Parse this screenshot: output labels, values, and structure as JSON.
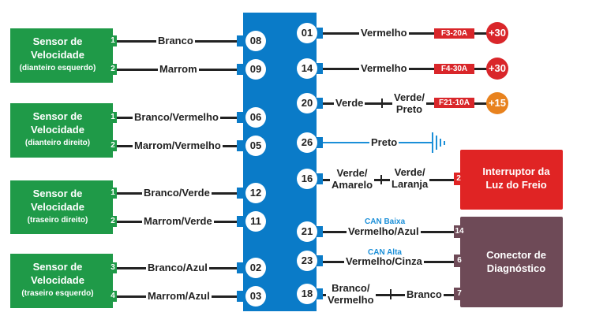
{
  "sensors": [
    {
      "title": "Sensor de Velocidade",
      "sub": "(dianteiro esquerdo)",
      "pins": [
        "1",
        "2"
      ],
      "wires": [
        "Branco",
        "Marrom"
      ],
      "ecu_pins": [
        "08",
        "09"
      ]
    },
    {
      "title": "Sensor de Velocidade",
      "sub": "(dianteiro direito)",
      "pins": [
        "1",
        "2"
      ],
      "wires": [
        "Branco/Vermelho",
        "Marrom/Vermelho"
      ],
      "ecu_pins": [
        "06",
        "05"
      ]
    },
    {
      "title": "Sensor de Velocidade",
      "sub": "(traseiro direito)",
      "pins": [
        "1",
        "2"
      ],
      "wires": [
        "Branco/Verde",
        "Marrom/Verde"
      ],
      "ecu_pins": [
        "12",
        "11"
      ]
    },
    {
      "title": "Sensor de Velocidade",
      "sub": "(traseiro esquerdo)",
      "pins": [
        "3",
        "4"
      ],
      "wires": [
        "Branco/Azul",
        "Marrom/Azul"
      ],
      "ecu_pins": [
        "02",
        "03"
      ]
    }
  ],
  "right": {
    "r01": {
      "pin": "01",
      "wire": "Vermelho",
      "fuse": "F3-20A",
      "power": "+30"
    },
    "r14": {
      "pin": "14",
      "wire": "Vermelho",
      "fuse": "F4-30A",
      "power": "+30"
    },
    "r20": {
      "pin": "20",
      "wire1": "Verde",
      "wire2a": "Verde/",
      "wire2b": "Preto",
      "fuse": "F21-10A",
      "power": "+15"
    },
    "r26": {
      "pin": "26",
      "wire": "Preto"
    },
    "r16": {
      "pin": "16",
      "w1a": "Verde/",
      "w1b": "Amarelo",
      "w2a": "Verde/",
      "w2b": "Laranja",
      "dest_pin": "2"
    },
    "r21": {
      "pin": "21",
      "can": "CAN Baixa",
      "wire": "Vermelho/Azul",
      "dest_pin": "14"
    },
    "r23": {
      "pin": "23",
      "can": "CAN Alta",
      "wire": "Vermelho/Cinza",
      "dest_pin": "6"
    },
    "r18": {
      "pin": "18",
      "w1a": "Branco/",
      "w1b": "Vermelho",
      "w2": "Branco",
      "dest_pin": "7"
    }
  },
  "brake_switch": {
    "line1": "Interruptor da",
    "line2": "Luz do Freio"
  },
  "diag": {
    "line1": "Conector de",
    "line2": "Diagnóstico"
  },
  "colors": {
    "ecu": "#0a7bc8",
    "sensor": "#1f9a48",
    "fuse": "#d9262a",
    "p30": "#d9262a",
    "p15": "#e8821e",
    "brake": "#e02424",
    "diag": "#6e4a57"
  }
}
